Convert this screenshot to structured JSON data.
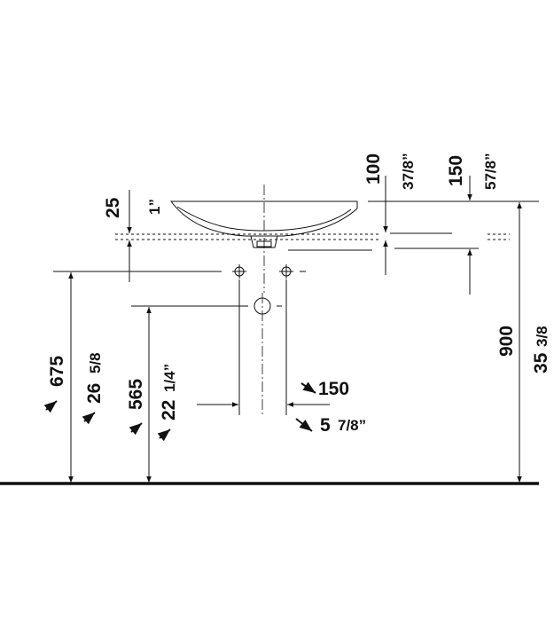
{
  "diagram": {
    "floor_height": {
      "metric": "900",
      "imperial_whole": "35",
      "imperial_fraction": "3/8"
    },
    "tap_hole_height": {
      "metric": "675",
      "imperial_whole": "26",
      "imperial_fraction": "5/8"
    },
    "drain_height": {
      "metric": "565",
      "imperial_whole": "22",
      "imperial_fraction": "1/4”"
    },
    "tap_spacing": {
      "metric": "150",
      "imperial_whole": "5",
      "imperial_fraction": "7/8”"
    },
    "rim_thickness": {
      "metric": "25",
      "imperial": "1”"
    },
    "top_offset_left": {
      "metric": "100",
      "imperial": "37/8”"
    },
    "top_offset_right": {
      "metric": "150",
      "imperial": "57/8”"
    },
    "colors": {
      "ink": "#111111",
      "background": "#ffffff"
    }
  }
}
